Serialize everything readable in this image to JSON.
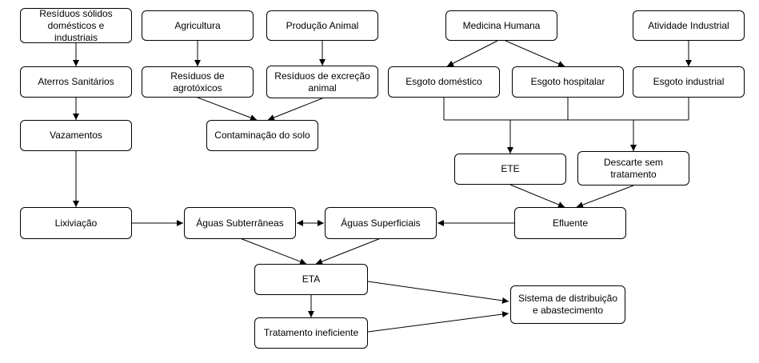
{
  "diagram": {
    "colors": {
      "stroke": "#000000",
      "box_fill": "#ffffff",
      "background": "#ffffff"
    },
    "nodes": {
      "residuos_solidos": {
        "label": "Resíduos sólidos domésticos e industriais"
      },
      "agricultura": {
        "label": "Agricultura"
      },
      "producao_animal": {
        "label": "Produção Animal"
      },
      "medicina_humana": {
        "label": "Medicina Humana"
      },
      "atividade_industrial": {
        "label": "Atividade Industrial"
      },
      "aterros_sanitarios": {
        "label": "Aterros Sanitários"
      },
      "residuos_agrotoxicos": {
        "label": "Resíduos de agrotóxicos"
      },
      "residuos_excrecao": {
        "label": "Resíduos de excreção animal"
      },
      "esgoto_domestico": {
        "label": "Esgoto doméstico"
      },
      "esgoto_hospitalar": {
        "label": "Esgoto hospitalar"
      },
      "esgoto_industrial": {
        "label": "Esgoto industrial"
      },
      "vazamentos": {
        "label": "Vazamentos"
      },
      "contaminacao_solo": {
        "label": "Contaminação do solo"
      },
      "ete": {
        "label": "ETE"
      },
      "descarte_sem_tratamento": {
        "label": "Descarte sem tratamento"
      },
      "lixiviacao": {
        "label": "Lixiviação"
      },
      "aguas_subterraneas": {
        "label": "Águas Subterrâneas"
      },
      "aguas_superficiais": {
        "label": "Águas Superficiais"
      },
      "efluente": {
        "label": "Efluente"
      },
      "eta": {
        "label": "ETA"
      },
      "sistema_distribuicao": {
        "label": "Sistema de distribuição e abastecimento"
      },
      "tratamento_ineficiente": {
        "label": "Tratamento ineficiente"
      }
    },
    "edges": [
      {
        "from": "residuos_solidos",
        "to": "aterros_sanitarios",
        "type": "arrow"
      },
      {
        "from": "agricultura",
        "to": "residuos_agrotoxicos",
        "type": "arrow"
      },
      {
        "from": "producao_animal",
        "to": "residuos_excrecao",
        "type": "arrow"
      },
      {
        "from": "medicina_humana",
        "to": "esgoto_domestico",
        "type": "arrow"
      },
      {
        "from": "medicina_humana",
        "to": "esgoto_hospitalar",
        "type": "arrow"
      },
      {
        "from": "atividade_industrial",
        "to": "esgoto_industrial",
        "type": "arrow"
      },
      {
        "from": "aterros_sanitarios",
        "to": "vazamentos",
        "type": "arrow"
      },
      {
        "from": "residuos_agrotoxicos",
        "to": "contaminacao_solo",
        "type": "arrow"
      },
      {
        "from": "residuos_excrecao",
        "to": "contaminacao_solo",
        "type": "arrow"
      },
      {
        "from": "vazamentos",
        "to": "lixiviacao",
        "type": "arrow"
      },
      {
        "from": "esgoto_domestico",
        "to": "ete",
        "type": "arrow"
      },
      {
        "from": "esgoto_hospitalar",
        "to": "ete",
        "type": "arrow"
      },
      {
        "from": "esgoto_industrial",
        "to": "ete",
        "type": "arrow"
      },
      {
        "from": "esgoto_domestico",
        "to": "descarte_sem_tratamento",
        "type": "arrow"
      },
      {
        "from": "esgoto_hospitalar",
        "to": "descarte_sem_tratamento",
        "type": "arrow"
      },
      {
        "from": "esgoto_industrial",
        "to": "descarte_sem_tratamento",
        "type": "arrow"
      },
      {
        "from": "ete",
        "to": "efluente",
        "type": "arrow"
      },
      {
        "from": "descarte_sem_tratamento",
        "to": "efluente",
        "type": "arrow"
      },
      {
        "from": "lixiviacao",
        "to": "aguas_subterraneas",
        "type": "arrow"
      },
      {
        "from": "aguas_subterraneas",
        "to": "aguas_superficiais",
        "type": "double-arrow"
      },
      {
        "from": "efluente",
        "to": "aguas_superficiais",
        "type": "arrow"
      },
      {
        "from": "aguas_subterraneas",
        "to": "eta",
        "type": "arrow"
      },
      {
        "from": "aguas_superficiais",
        "to": "eta",
        "type": "arrow"
      },
      {
        "from": "eta",
        "to": "tratamento_ineficiente",
        "type": "arrow"
      },
      {
        "from": "eta",
        "to": "sistema_distribuicao",
        "type": "arrow"
      },
      {
        "from": "tratamento_ineficiente",
        "to": "sistema_distribuicao",
        "type": "arrow"
      }
    ]
  }
}
